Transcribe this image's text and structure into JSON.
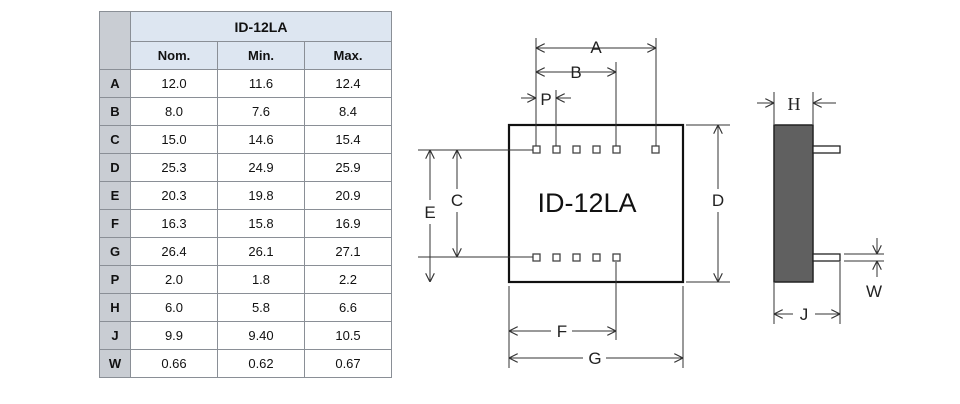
{
  "table": {
    "title": "ID-12LA",
    "columns": [
      "Nom.",
      "Min.",
      "Max."
    ],
    "rows": [
      {
        "label": "A",
        "nom": "12.0",
        "min": "11.6",
        "max": "12.4"
      },
      {
        "label": "B",
        "nom": "8.0",
        "min": "7.6",
        "max": "8.4"
      },
      {
        "label": "C",
        "nom": "15.0",
        "min": "14.6",
        "max": "15.4"
      },
      {
        "label": "D",
        "nom": "25.3",
        "min": "24.9",
        "max": "25.9"
      },
      {
        "label": "E",
        "nom": "20.3",
        "min": "19.8",
        "max": "20.9"
      },
      {
        "label": "F",
        "nom": "16.3",
        "min": "15.8",
        "max": "16.9"
      },
      {
        "label": "G",
        "nom": "26.4",
        "min": "26.1",
        "max": "27.1"
      },
      {
        "label": "P",
        "nom": "2.0",
        "min": "1.8",
        "max": "2.2"
      },
      {
        "label": "H",
        "nom": "6.0",
        "min": "5.8",
        "max": "6.6"
      },
      {
        "label": "J",
        "nom": "9.9",
        "min": "9.40",
        "max": "10.5"
      },
      {
        "label": "W",
        "nom": "0.66",
        "min": "0.62",
        "max": "0.67"
      }
    ]
  },
  "drawing": {
    "part_label": "ID-12LA",
    "dims": {
      "A": "A",
      "B": "B",
      "P": "P",
      "C": "C",
      "D": "D",
      "E": "E",
      "F": "F",
      "G": "G",
      "H": "H",
      "J": "J",
      "W": "W"
    }
  },
  "colors": {
    "table_header": "#dde6f1",
    "table_rowhead": "#c9cdd3",
    "side_body": "#606060",
    "line": "#333333"
  }
}
